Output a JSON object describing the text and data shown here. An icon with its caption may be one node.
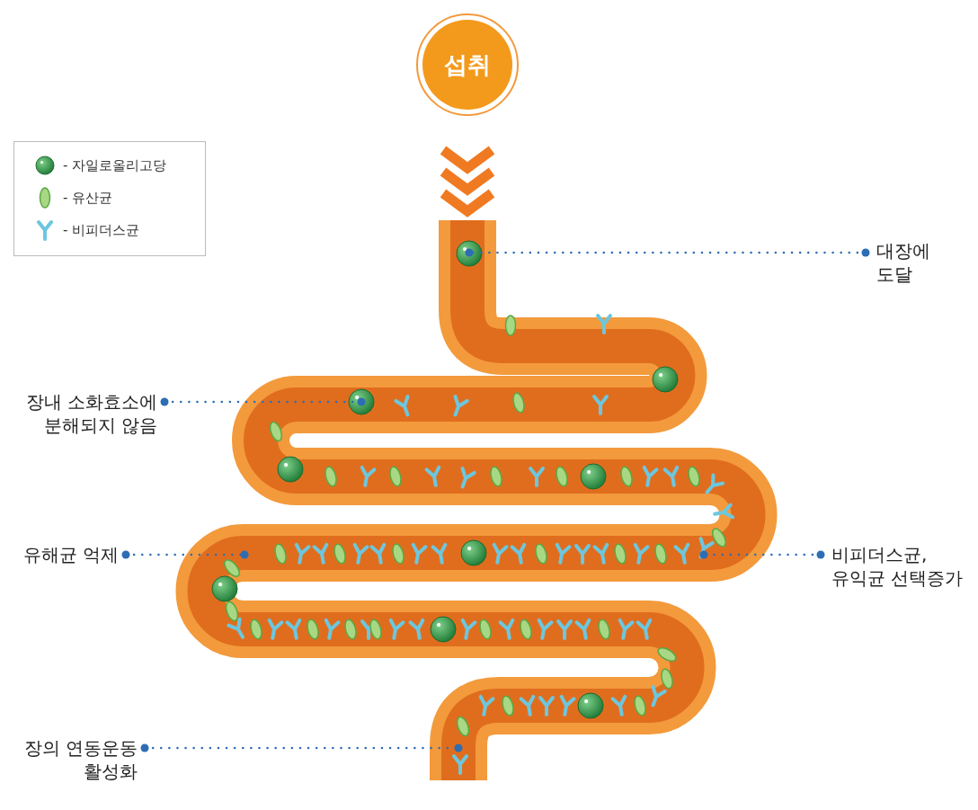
{
  "diagram": {
    "nodes": [
      {
        "text": [
          "섭취"
        ]
      },
      {
        "text": [],
        "shape": "picture"
      },
      {
        "text": [
          "대장에 도달"
        ]
      },
      {
        "text": [
          "장내 소화효소에 분해되지 않음"
        ]
      },
      {
        "text": [
          "유해균 억제"
        ]
      },
      {
        "text": [
          "비피더스균, 유익균 선택증가"
        ]
      },
      {
        "text": [
          "장의 연동운동 활성화"
        ]
      }
    ],
    "edges": [
      {
        "from": 0,
        "to": 1,
        "arrow": "to",
        "style": "thick",
        "color": "#f07a22"
      },
      {
        "from": 2,
        "to": 1,
        "arrow": "other",
        "style": "dashed"
      },
      {
        "from": 3,
        "to": 1,
        "arrow": "other",
        "style": "dashed"
      },
      {
        "from": 4,
        "to": 1,
        "arrow": "other",
        "style": "dashed"
      },
      {
        "from": 5,
        "to": 1,
        "arrow": "other",
        "style": "dashed"
      },
      {
        "from": 6,
        "to": 1,
        "arrow": "other",
        "style": "dashed"
      }
    ],
    "legend": [
      {
        "text": "- 자일로올리고당"
      },
      {
        "text": "- 유산균"
      },
      {
        "text": "- 비피더스균"
      }
    ]
  }
}
